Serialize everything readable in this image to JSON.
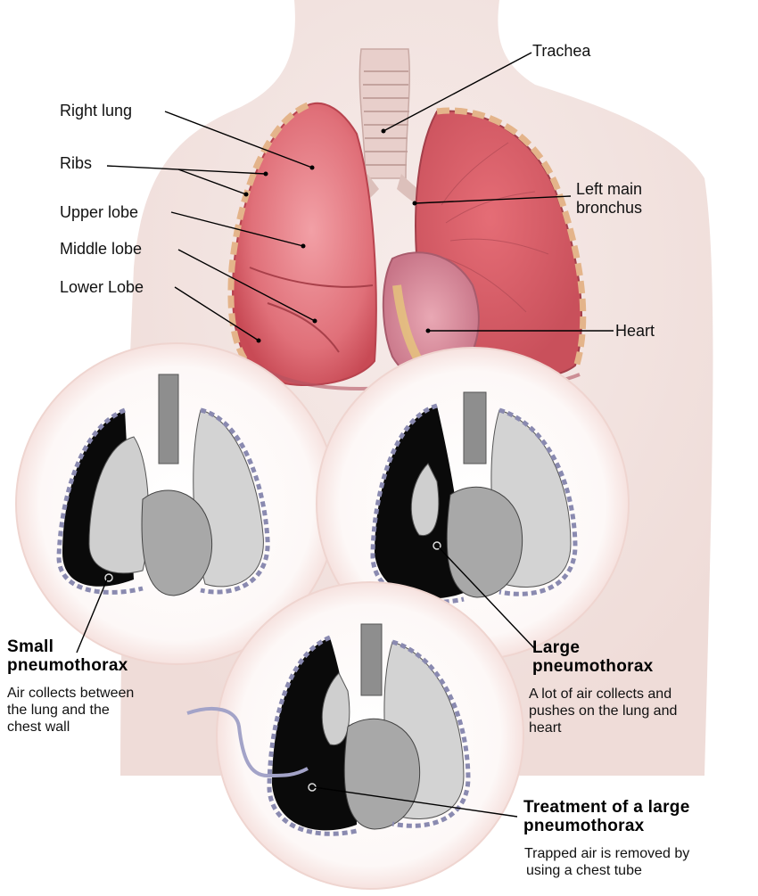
{
  "anatomy_labels": {
    "trachea": "Trachea",
    "right_lung": "Right lung",
    "ribs": "Ribs",
    "upper_lobe": "Upper lobe",
    "middle_lobe": "Middle lobe",
    "lower_lobe": "Lower Lobe",
    "left_main_bronchus_line1": "Left main",
    "left_main_bronchus_line2": "bronchus",
    "heart": "Heart"
  },
  "cases": {
    "small": {
      "title_line1": "Small",
      "title_line2": "pneumothorax",
      "desc_lines": [
        "Air collects between",
        "the lung and the",
        "chest wall"
      ]
    },
    "large": {
      "title_line1": "Large",
      "title_line2": "pneumothorax",
      "desc_lines": [
        "A lot of air collects  and",
        "pushes on the lung and",
        "heart"
      ]
    },
    "treatment": {
      "title_line1": "Treatment of a large",
      "title_line2": "pneumothorax",
      "desc_lines": [
        "Trapped air is removed by",
        "using a chest tube"
      ]
    },
    "colors": {
      "lung_red": "#d9626d",
      "skin": "#f3e4e1",
      "air_black": "#0a0a0a",
      "lung_gray": "#c9c9c9"
    }
  }
}
